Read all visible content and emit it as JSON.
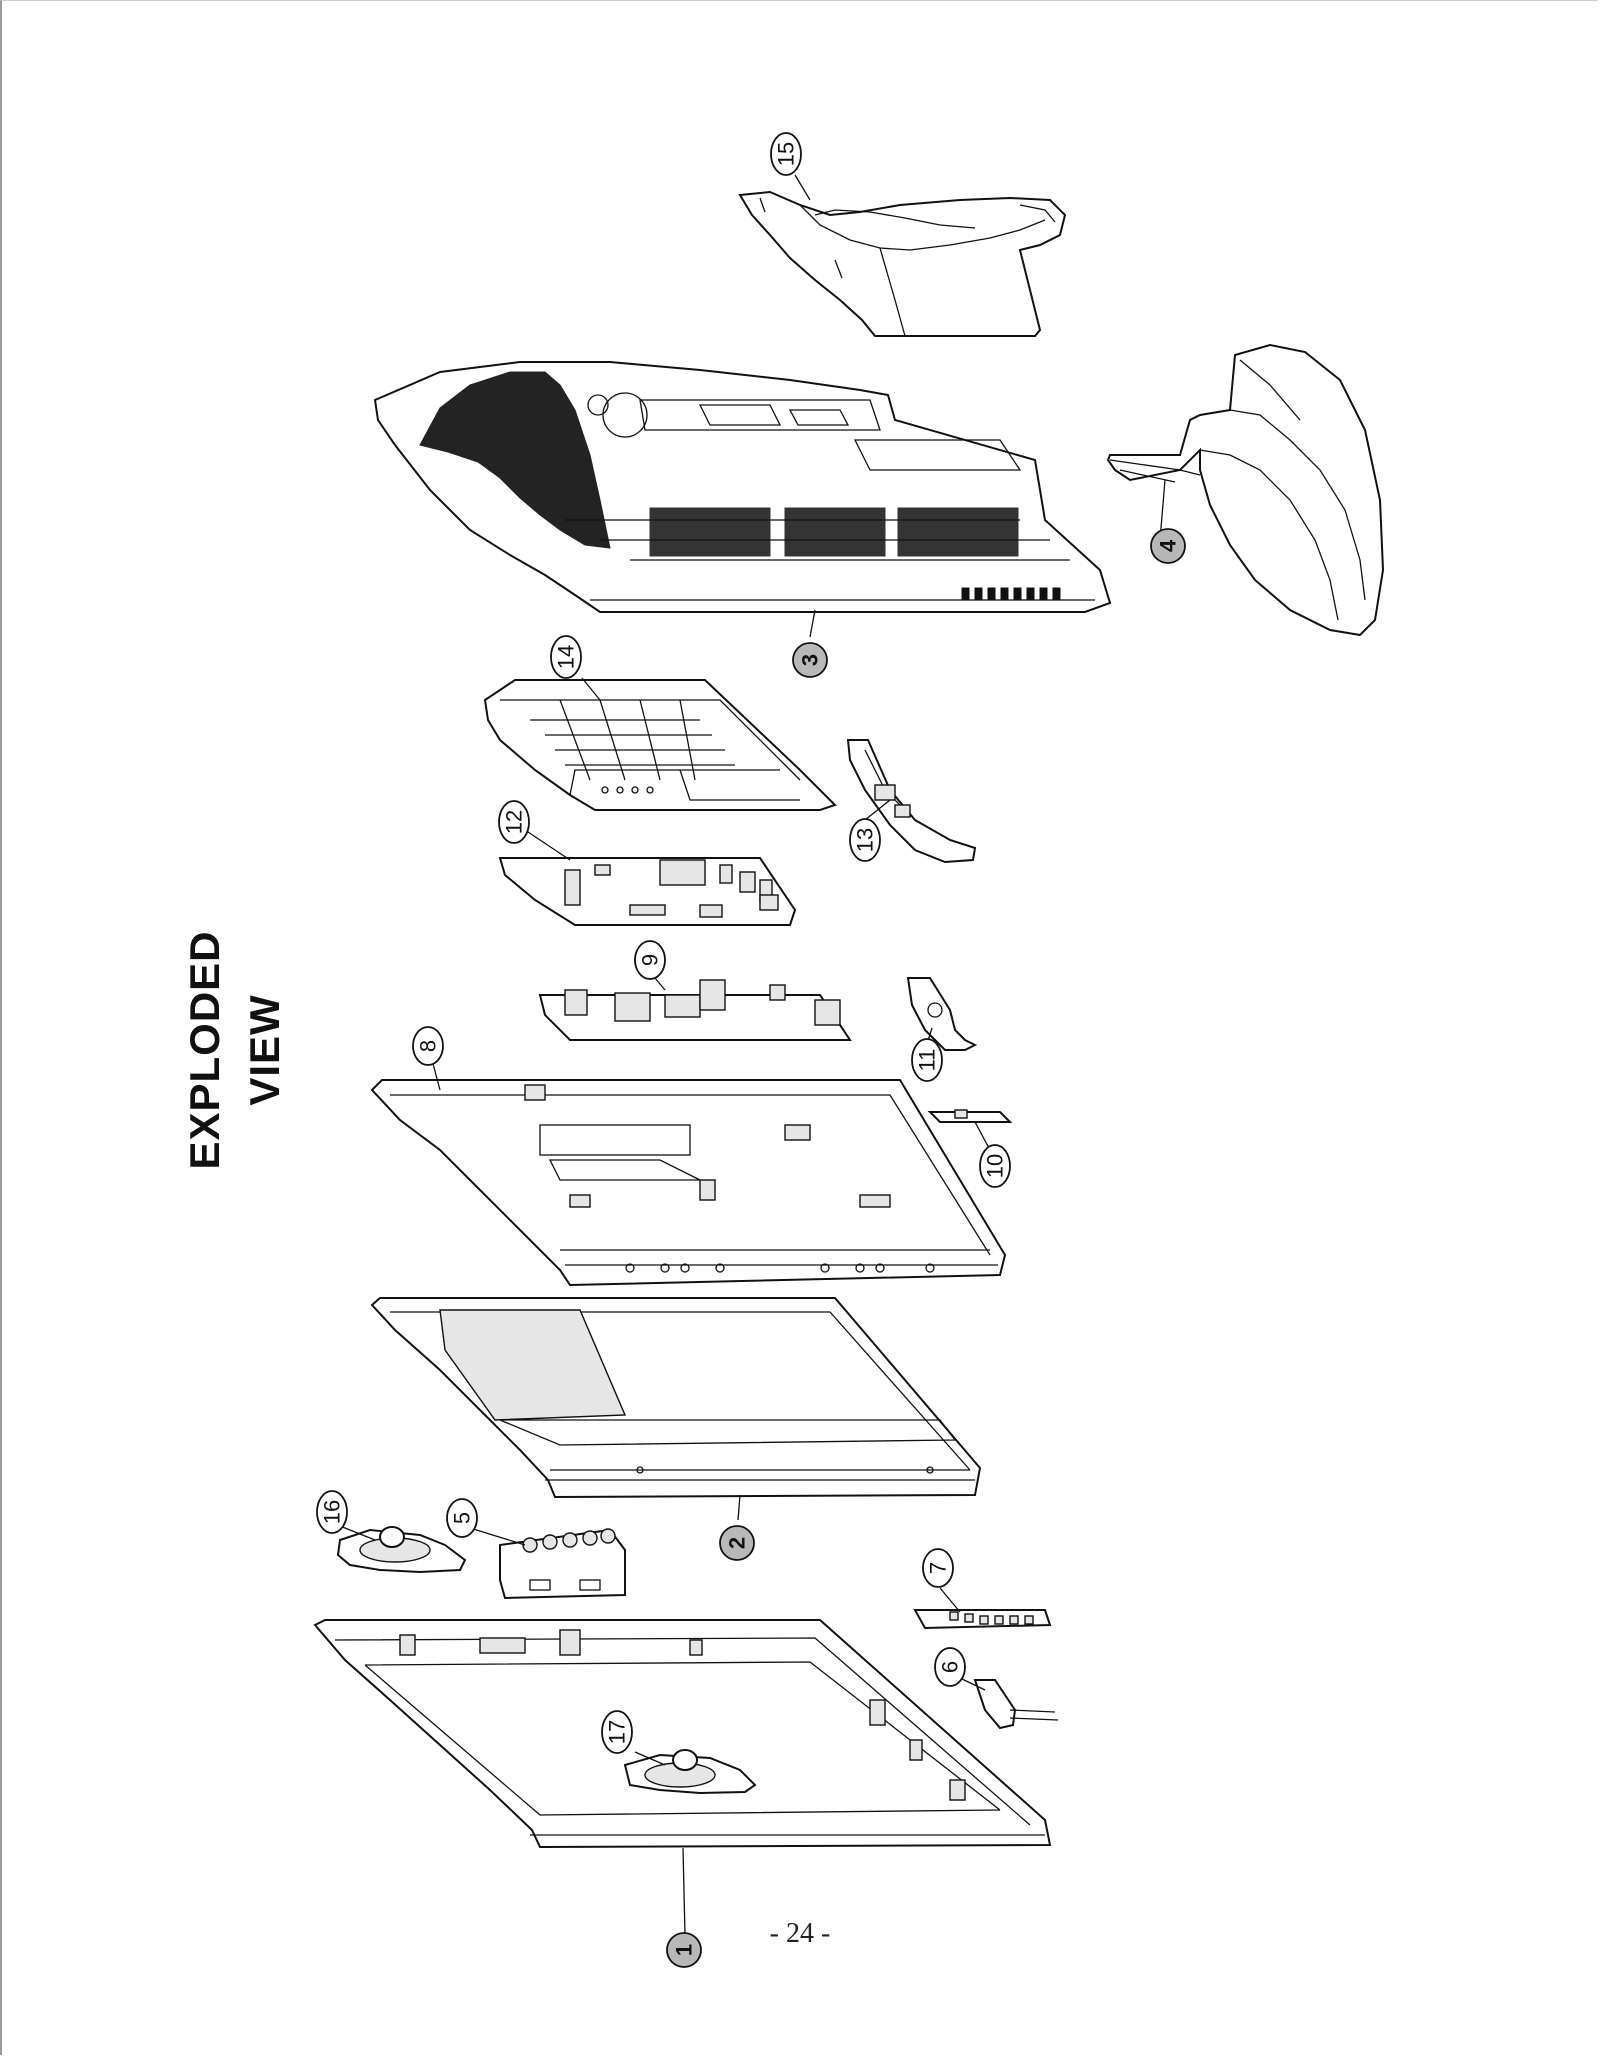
{
  "title": "EXPLODED VIEW",
  "page_number": "- 24 -",
  "callouts": [
    {
      "id": "1",
      "label": "1",
      "style": "filled"
    },
    {
      "id": "2",
      "label": "2",
      "style": "filled"
    },
    {
      "id": "3",
      "label": "3",
      "style": "filled"
    },
    {
      "id": "4",
      "label": "4",
      "style": "filled"
    },
    {
      "id": "5",
      "label": "5",
      "style": "open"
    },
    {
      "id": "6",
      "label": "6",
      "style": "open"
    },
    {
      "id": "7",
      "label": "7",
      "style": "open"
    },
    {
      "id": "8",
      "label": "8",
      "style": "open"
    },
    {
      "id": "9",
      "label": "9",
      "style": "open"
    },
    {
      "id": "10",
      "label": "10",
      "style": "open"
    },
    {
      "id": "11",
      "label": "11",
      "style": "open"
    },
    {
      "id": "12",
      "label": "12",
      "style": "open"
    },
    {
      "id": "13",
      "label": "13",
      "style": "open"
    },
    {
      "id": "14",
      "label": "14",
      "style": "open"
    },
    {
      "id": "15",
      "label": "15",
      "style": "open"
    },
    {
      "id": "16",
      "label": "16",
      "style": "open"
    },
    {
      "id": "17",
      "label": "17",
      "style": "open"
    }
  ]
}
